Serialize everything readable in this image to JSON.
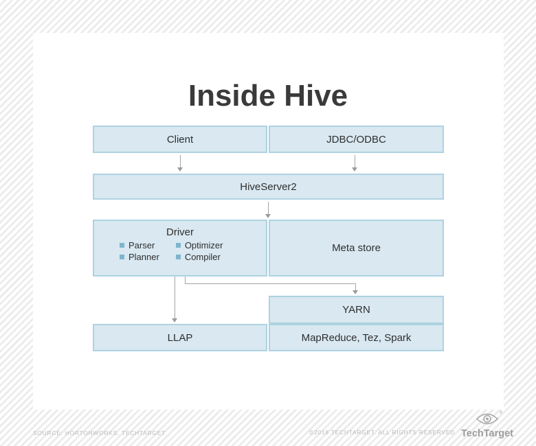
{
  "title": "Inside Hive",
  "diagram": {
    "boxes": {
      "client": {
        "label": "Client"
      },
      "jdbc": {
        "label": "JDBC/ODBC"
      },
      "hiveserver2": {
        "label": "HiveServer2"
      },
      "driver": {
        "label": "Driver",
        "components": [
          "Parser",
          "Planner",
          "Optimizer",
          "Compiler"
        ]
      },
      "metastore": {
        "label": "Meta store"
      },
      "yarn": {
        "label": "YARN"
      },
      "llap": {
        "label": "LLAP"
      },
      "engines": {
        "label": "MapReduce, Tez, Spark"
      }
    },
    "colors": {
      "box_fill": "#d9e8f1",
      "box_border": "#aed2e0",
      "bullet": "#7db5cd",
      "arrow": "#9b9b9b",
      "title_text": "#3a3a3a",
      "label_text": "#2e2e2e",
      "background_stripe": "#ececec"
    }
  },
  "footer": {
    "source": "SOURCE: HORTONWORKS, TECHTARGET",
    "copyright": "©2018 TECHTARGET. ALL RIGHTS RESERVED",
    "brand": "TechTarget",
    "registered_mark": "®"
  }
}
